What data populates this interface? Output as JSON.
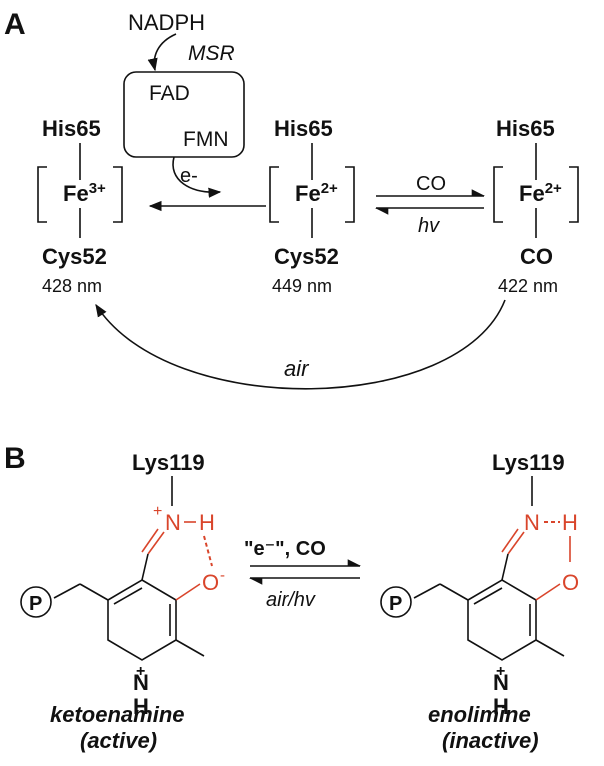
{
  "panel_a": {
    "label": "A",
    "reductase": {
      "nadph": "NADPH",
      "msr": "MSR",
      "fad": "FAD",
      "fmn": "FMN",
      "electron": "e-"
    },
    "heme_left": {
      "top": "His65",
      "iron": "Fe",
      "charge": "3+",
      "bottom": "Cys52",
      "absorbance": "428 nm"
    },
    "heme_middle": {
      "top": "His65",
      "iron": "Fe",
      "charge": "2+",
      "bottom": "Cys52",
      "absorbance": "449 nm"
    },
    "heme_right": {
      "top": "His65",
      "iron": "Fe",
      "charge": "2+",
      "bottom": "CO",
      "absorbance": "422 nm"
    },
    "forward_label": "CO",
    "reverse_label": "hv",
    "return_label": "air"
  },
  "panel_b": {
    "label": "B",
    "left": {
      "lys": "Lys119",
      "plus": "+",
      "n": "N",
      "h": "H",
      "o": "O",
      "ominus": "-",
      "phosphate": "P",
      "ring_plus": "+",
      "ring_n": "N",
      "ring_h": "H",
      "name": "ketoenamine",
      "state": "(active)"
    },
    "right": {
      "lys": "Lys119",
      "n": "N",
      "h": "H",
      "o": "O",
      "phosphate": "P",
      "ring_plus": "+",
      "ring_n": "N",
      "ring_h": "H",
      "name": "enolimine",
      "state": "(inactive)"
    },
    "forward_label": "\"e⁻\", CO",
    "reverse_label": "air/hv"
  }
}
